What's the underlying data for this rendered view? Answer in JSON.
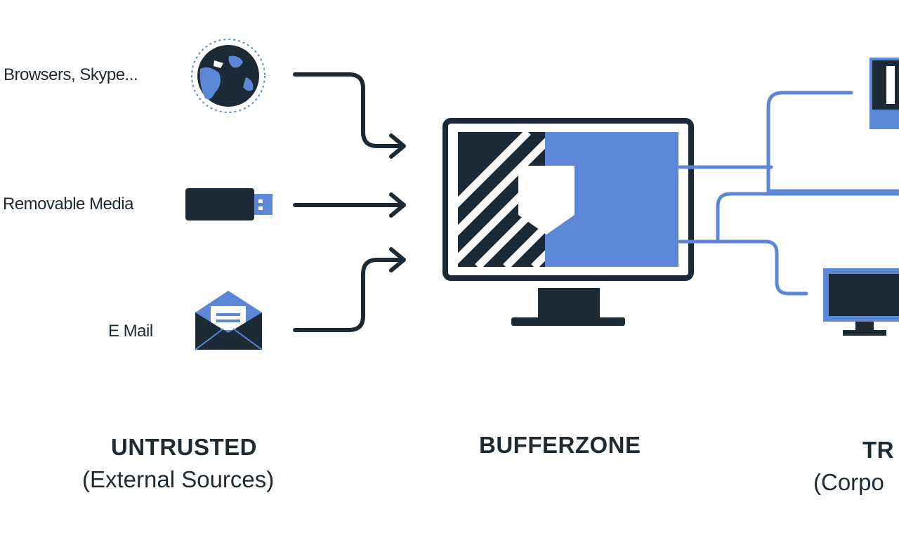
{
  "sources": [
    {
      "label": "Browsers, Skype...",
      "icon": "globe-icon"
    },
    {
      "label": "Removable Media",
      "icon": "usb-drive-icon"
    },
    {
      "label": "E Mail",
      "icon": "envelope-icon"
    }
  ],
  "zones": {
    "untrusted": {
      "title": "UNTRUSTED",
      "subtitle": "(External Sources)"
    },
    "bufferzone": {
      "title": "BUFFERZONE"
    },
    "trusted": {
      "title": "TR",
      "subtitle": "(Corpo"
    }
  },
  "colors": {
    "navy": "#1b2a35",
    "blue": "#5c87d6",
    "white": "#ffffff"
  },
  "icons": [
    "globe-icon",
    "usb-drive-icon",
    "envelope-icon",
    "bufferzone-monitor-icon",
    "shield-icon",
    "server-icon",
    "desktop-monitor-icon"
  ]
}
